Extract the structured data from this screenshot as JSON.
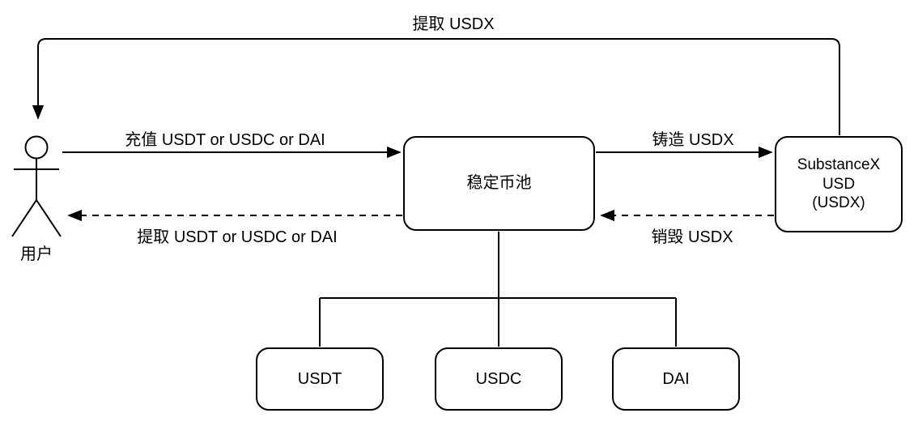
{
  "diagram": {
    "colors": {
      "stroke": "#000000",
      "background": "#ffffff",
      "node_fill": "#ffffff"
    },
    "actor": {
      "label": "用户"
    },
    "nodes": {
      "pool": {
        "label": "稳定币池"
      },
      "usdx": {
        "lines": [
          "SubstanceX",
          "USD",
          "(USDX)"
        ]
      },
      "usdt": {
        "label": "USDT"
      },
      "usdc": {
        "label": "USDC"
      },
      "dai": {
        "label": "DAI"
      }
    },
    "edges": {
      "withdraw_usdx": {
        "label": "提取 USDX",
        "style": "solid",
        "from": "SubstanceX USD (USDX)",
        "to": "用户"
      },
      "deposit": {
        "label": "充值 USDT or USDC or DAI",
        "style": "solid",
        "from": "用户",
        "to": "稳定币池"
      },
      "mint": {
        "label": "铸造 USDX",
        "style": "solid",
        "from": "稳定币池",
        "to": "SubstanceX USD (USDX)"
      },
      "withdraw_stable": {
        "label": "提取 USDT or USDC or DAI",
        "style": "dashed",
        "from": "稳定币池",
        "to": "用户"
      },
      "burn": {
        "label": "销毁 USDX",
        "style": "dashed",
        "from": "SubstanceX USD (USDX)",
        "to": "稳定币池"
      }
    }
  }
}
